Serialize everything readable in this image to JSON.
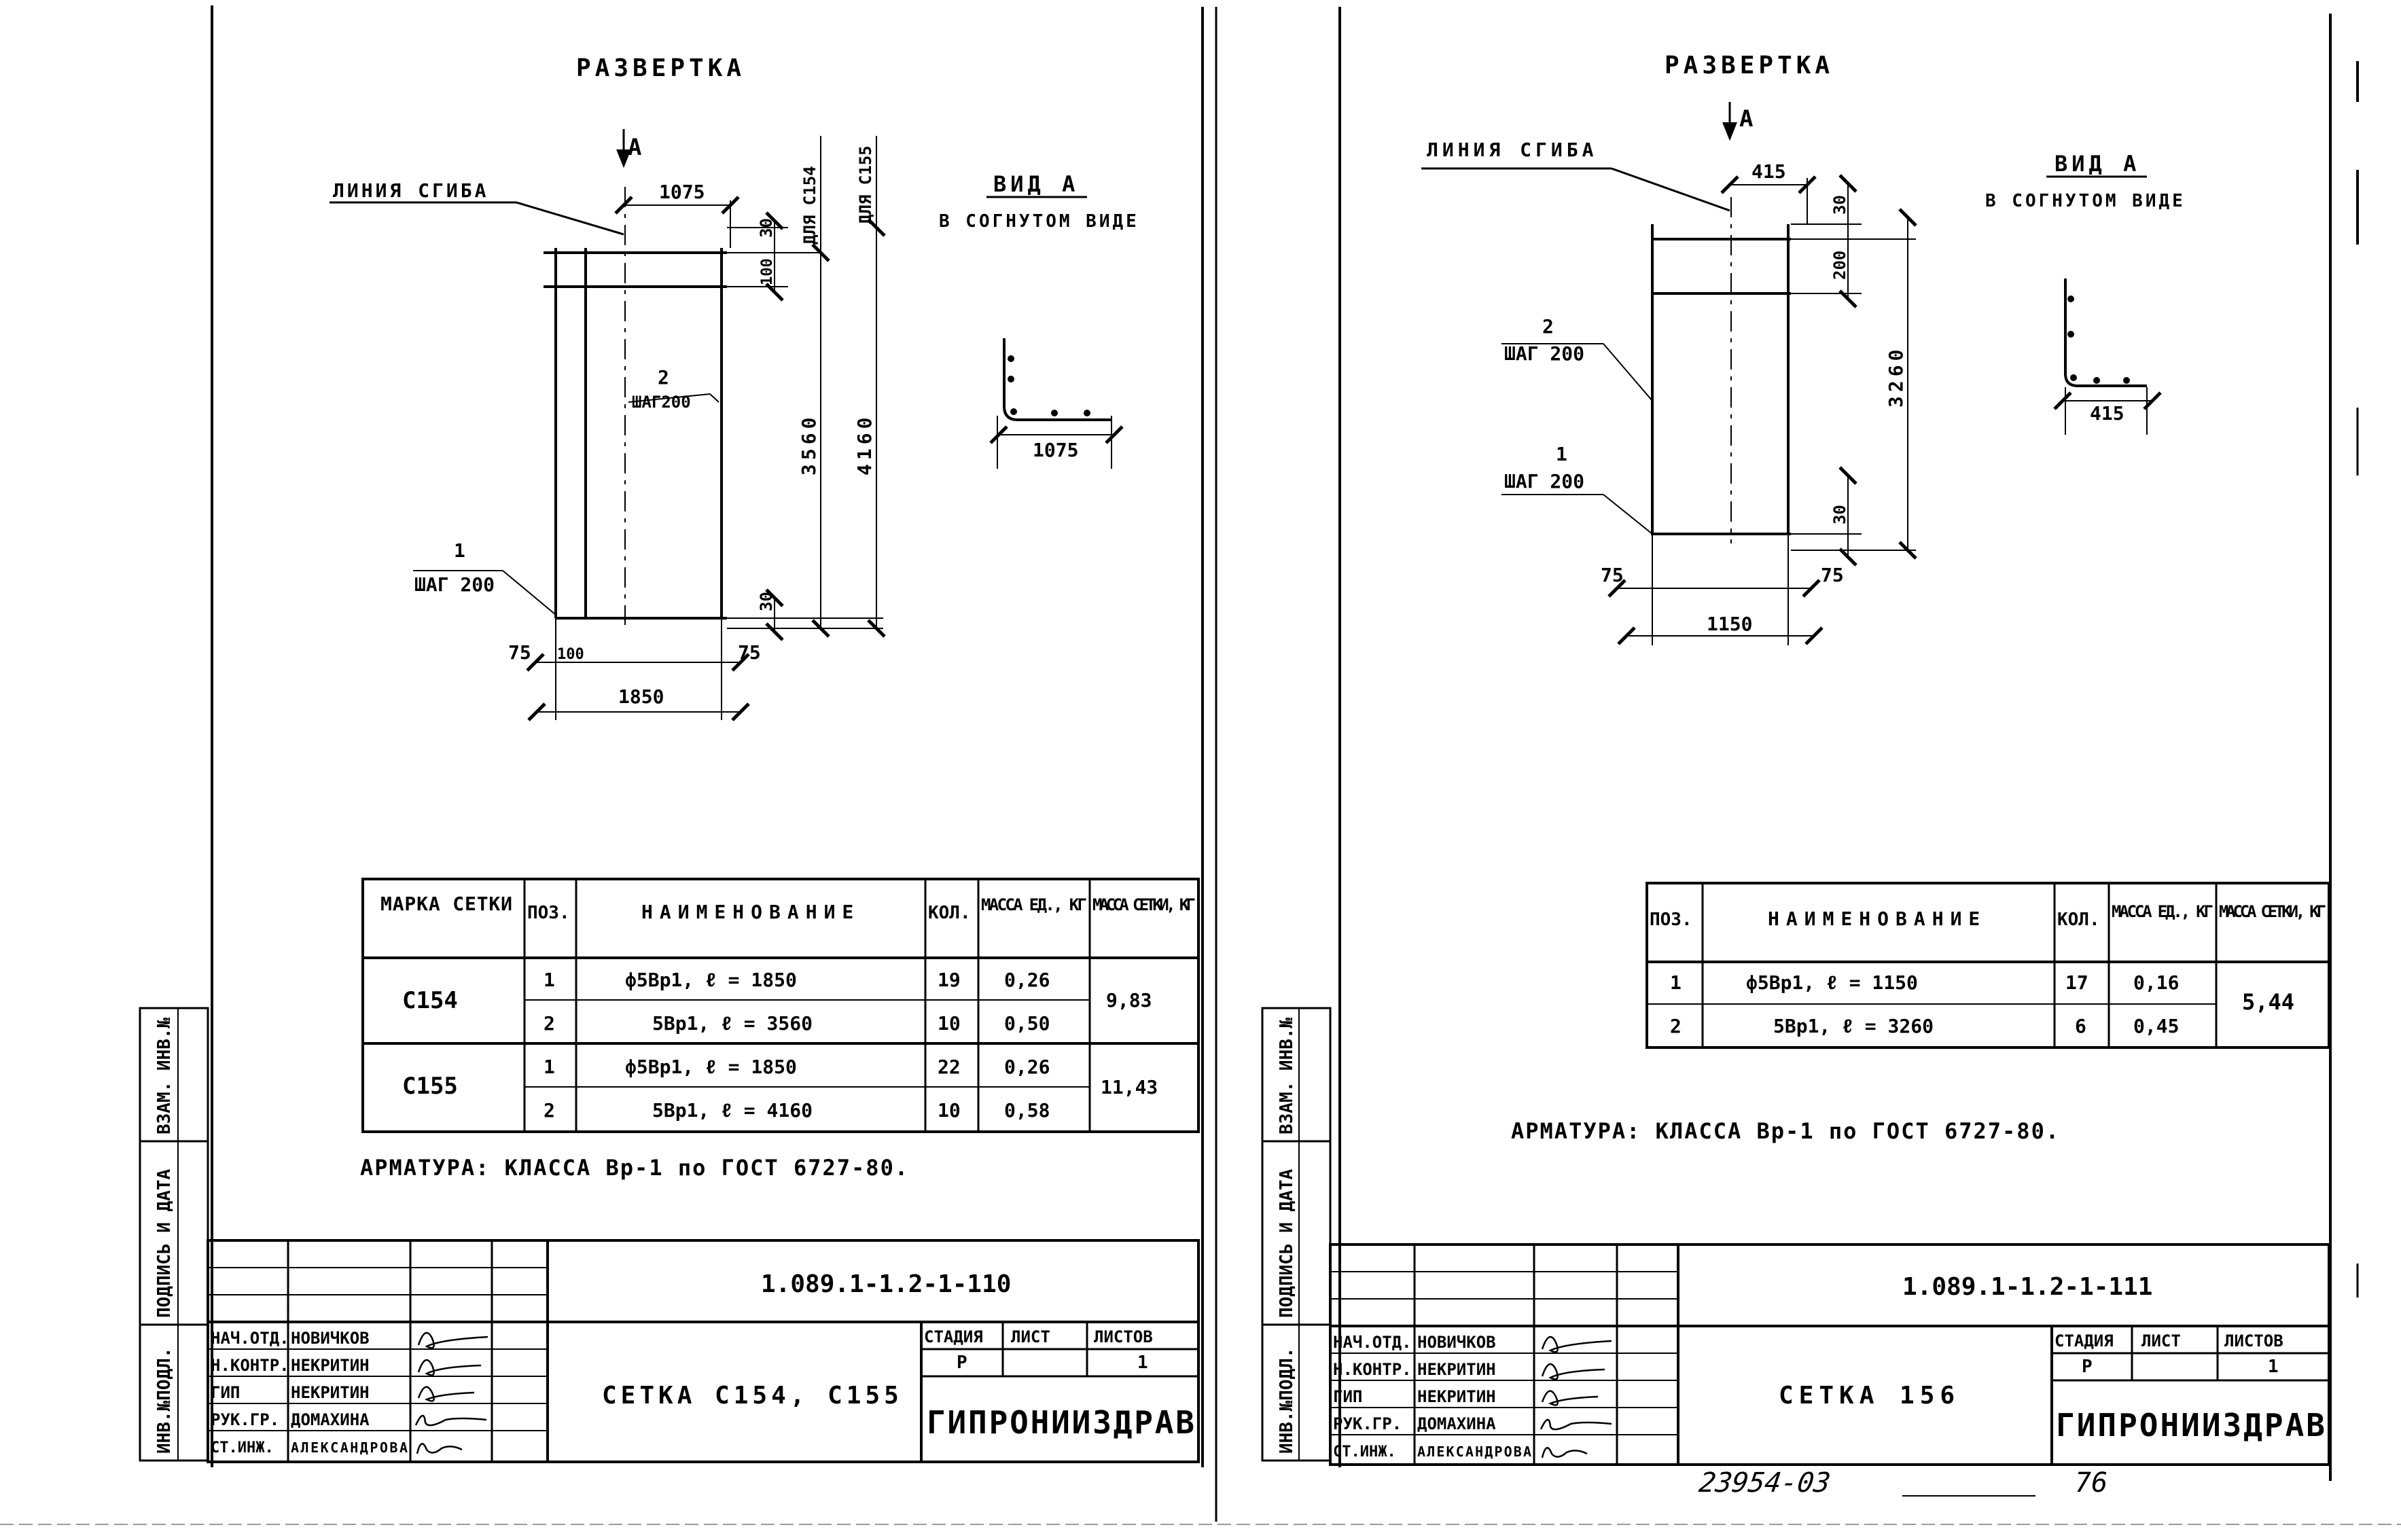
{
  "left": {
    "title": "РАЗВЕРТКА",
    "view_mark": "А",
    "bend_line_label": "ЛИНИЯ СГИБА",
    "dim_top": "1075",
    "dim_30_top": "30",
    "dim_100": "100",
    "dim_for_c154": "ДЛЯ С154",
    "dim_for_c155": "ДЛЯ С155",
    "pos2_num": "2",
    "pos2_step": "ШАГ200",
    "dim_3560": "3560",
    "dim_4160": "4160",
    "pos1_num": "1",
    "pos1_step": "ШАГ 200",
    "dim_30_bottom": "30",
    "dim_75_left": "75",
    "dim_100_bottom": "100",
    "dim_75_right": "75",
    "dim_1850": "1850",
    "view_a_title": "ВИД А",
    "view_a_sub": "В СОГНУТОМ ВИДЕ",
    "view_a_dim": "1075",
    "table_headers": [
      "МАРКА СЕТКИ",
      "ПОЗ.",
      "НАИМЕНОВАНИЕ",
      "КОЛ.",
      "МАССА ЕД., КГ",
      "МАССА СЕТКИ, КГ"
    ],
    "table_rows": [
      {
        "mark": "С154",
        "pos": "1",
        "name": "ф5Вр1, ℓ = 1850",
        "qty": "19",
        "unit": "0,26",
        "total": "9,83"
      },
      {
        "mark": "",
        "pos": "2",
        "name": "5Вр1, ℓ = 3560",
        "qty": "10",
        "unit": "0,50",
        "total": ""
      },
      {
        "mark": "С155",
        "pos": "1",
        "name": "ф5Вр1, ℓ = 1850",
        "qty": "22",
        "unit": "0,26",
        "total": "11,43"
      },
      {
        "mark": "",
        "pos": "2",
        "name": "5Вр1, ℓ = 4160",
        "qty": "10",
        "unit": "0,58",
        "total": ""
      }
    ],
    "note": "АРМАТУРА: КЛАССА Вр-1 по ГОСТ 6727-80.",
    "doc_code": "1.089.1-1.2-1-110",
    "sheet_name": "СЕТКА С154, С155",
    "stage_label": "СТАДИЯ",
    "sheet_label": "ЛИСТ",
    "sheets_label": "ЛИСТОВ",
    "stage": "Р",
    "sheets_total": "1",
    "org": "ГИПРОНИИЗДРАВ",
    "signers": [
      {
        "role": "НАЧ.ОТД.",
        "name": "НОВИЧКОВ"
      },
      {
        "role": "Н.КОНТР.",
        "name": "НЕКРИТИН"
      },
      {
        "role": "ГИП",
        "name": "НЕКРИТИН"
      },
      {
        "role": "РУК.ГР.",
        "name": "ДОМАХИНА"
      },
      {
        "role": "СТ.ИНЖ.",
        "name": "АЛЕКСАНДРОВА"
      }
    ],
    "side_labels": [
      "ИНВ.№ПОДЛ.",
      "ПОДПИСЬ И ДАТА",
      "ВЗАМ. ИНВ.№"
    ]
  },
  "right": {
    "title": "РАЗВЕРТКА",
    "view_mark": "А",
    "bend_line_label": "ЛИНИЯ СГИБА",
    "dim_top": "415",
    "dim_30_top": "30",
    "dim_200": "200",
    "dim_3260": "3260",
    "pos2_num": "2",
    "pos2_step": "ШАГ 200",
    "pos1_num": "1",
    "pos1_step": "ШАГ 200",
    "dim_30_bottom": "30",
    "dim_75_left": "75",
    "dim_75_right": "75",
    "dim_1150": "1150",
    "view_a_title": "ВИД А",
    "view_a_sub": "В СОГНУТОМ ВИДЕ",
    "view_a_dim": "415",
    "table_headers": [
      "ПОЗ.",
      "НАИМЕНОВАНИЕ",
      "КОЛ.",
      "МАССА ЕД., КГ",
      "МАССА СЕТКИ, КГ"
    ],
    "table_rows": [
      {
        "pos": "1",
        "name": "ф5Вр1, ℓ = 1150",
        "qty": "17",
        "unit": "0,16",
        "total": "5,44"
      },
      {
        "pos": "2",
        "name": "5Вр1, ℓ = 3260",
        "qty": "6",
        "unit": "0,45",
        "total": ""
      }
    ],
    "note": "АРМАТУРА: КЛАССА Вр-1 по ГОСТ 6727-80.",
    "doc_code": "1.089.1-1.2-1-111",
    "sheet_name": "СЕТКА 156",
    "stage_label": "СТАДИЯ",
    "sheet_label": "ЛИСТ",
    "sheets_label": "ЛИСТОВ",
    "stage": "Р",
    "sheets_total": "1",
    "org": "ГИПРОНИИЗДРАВ",
    "signers": [
      {
        "role": "НАЧ.ОТД.",
        "name": "НОВИЧКОВ"
      },
      {
        "role": "Н.КОНТР.",
        "name": "НЕКРИТИН"
      },
      {
        "role": "ГИП",
        "name": "НЕКРИТИН"
      },
      {
        "role": "РУК.ГР.",
        "name": "ДОМАХИНА"
      },
      {
        "role": "СТ.ИНЖ.",
        "name": "АЛЕКСАНДРОВА"
      }
    ],
    "side_labels": [
      "ИНВ.№ПОДЛ.",
      "ПОДПИСЬ И ДАТА",
      "ВЗАМ. ИНВ.№"
    ],
    "archive_number": "23954-03",
    "page_number": "76"
  }
}
